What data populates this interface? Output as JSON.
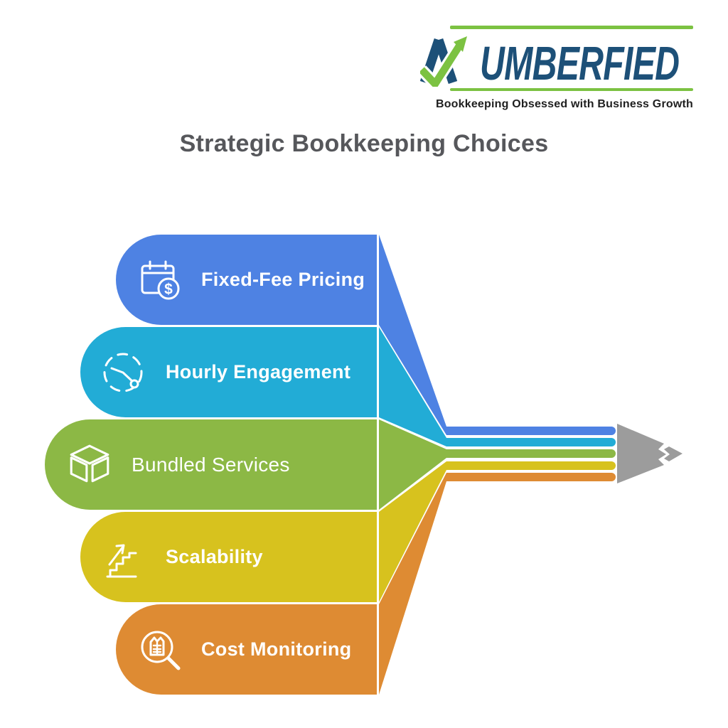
{
  "logo": {
    "brand_monogram": "N-arrow-checkmark",
    "brand_text": "UMBERFIED",
    "tagline": "Bookkeeping Obsessed with Business Growth",
    "navy": "#1d5078",
    "green": "#7cc242"
  },
  "title": "Strategic Bookkeeping Choices",
  "diagram": {
    "items": [
      {
        "label": "Fixed-Fee Pricing",
        "icon": "calendar-dollar-icon",
        "color": "#4e82e3"
      },
      {
        "label": "Hourly Engagement",
        "icon": "clock-dashed-icon",
        "color": "#22acd6"
      },
      {
        "label": "Bundled Services",
        "icon": "cube-icon",
        "color": "#8cb845"
      },
      {
        "label": "Scalability",
        "icon": "stairs-growth-icon",
        "color": "#d7c21e"
      },
      {
        "label": "Cost Monitoring",
        "icon": "magnifier-ledger-icon",
        "color": "#de8b33"
      }
    ],
    "dollar_glyph": "$",
    "pencil_tip_color": "#9c9c9c"
  }
}
